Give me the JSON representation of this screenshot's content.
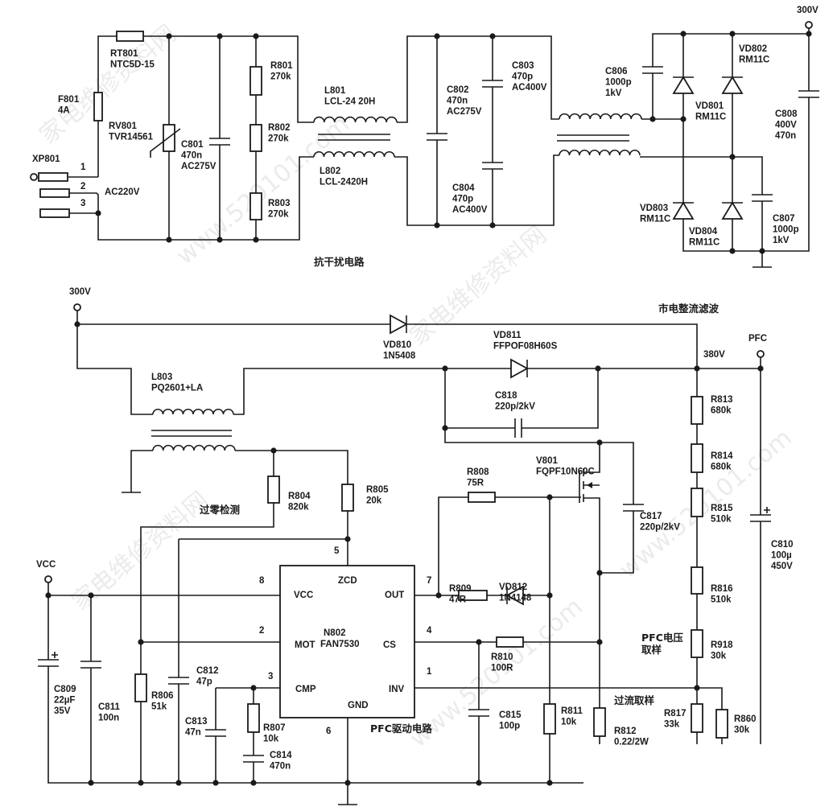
{
  "components": {
    "RT801": [
      "RT801",
      "NTC5D-15"
    ],
    "F801": [
      "F801",
      "4A"
    ],
    "RV801": [
      "RV801",
      "TVR14561"
    ],
    "XP801": [
      "XP801"
    ],
    "C801": [
      "C801",
      "470n",
      "AC275V"
    ],
    "R801": [
      "R801",
      "270k"
    ],
    "R802": [
      "R802",
      "270k"
    ],
    "R803": [
      "R803",
      "270k"
    ],
    "L801": [
      "L801",
      "LCL-24 20H"
    ],
    "L802": [
      "L802",
      "LCL-2420H"
    ],
    "C802": [
      "C802",
      "470n",
      "AC275V"
    ],
    "C803": [
      "C803",
      "470p",
      "AC400V"
    ],
    "C804": [
      "C804",
      "470p",
      "AC400V"
    ],
    "C806": [
      "C806",
      "1000p",
      "1kV"
    ],
    "VD801": [
      "VD801",
      "RM11C"
    ],
    "VD802": [
      "VD802",
      "RM11C"
    ],
    "VD803": [
      "VD803",
      "RM11C"
    ],
    "VD804": [
      "VD804",
      "RM11C"
    ],
    "C807": [
      "C807",
      "1000p",
      "1kV"
    ],
    "C808": [
      "C808",
      "400V",
      "470n"
    ],
    "VD810": [
      "VD810",
      "1N5408"
    ],
    "VD811": [
      "VD811",
      "FFPOF08H60S"
    ],
    "C818": [
      "C818",
      "220p/2kV"
    ],
    "L803": [
      "L803",
      "PQ2601+LA"
    ],
    "R813": [
      "R813",
      "680k"
    ],
    "R814": [
      "R814",
      "680k"
    ],
    "R815": [
      "R815",
      "510k"
    ],
    "R816": [
      "R816",
      "510k"
    ],
    "R918": [
      "R918",
      "30k"
    ],
    "R817": [
      "R817",
      "33k"
    ],
    "R860": [
      "R860",
      "30k"
    ],
    "C810": [
      "C810",
      "100µ",
      "450V"
    ],
    "V801": [
      "V801",
      "FQPF10N60C"
    ],
    "R808": [
      "R808",
      "75R"
    ],
    "C817": [
      "C817",
      "220p/2kV"
    ],
    "R804": [
      "R804",
      "820k"
    ],
    "R805": [
      "R805",
      "20k"
    ],
    "R809": [
      "R809",
      "47R"
    ],
    "VD812": [
      "VD812",
      "1N4148"
    ],
    "R810": [
      "R810",
      "100R"
    ],
    "C809": [
      "C809",
      "22µF",
      "35V"
    ],
    "C811": [
      "C811",
      "100n"
    ],
    "R806": [
      "R806",
      "51k"
    ],
    "C812": [
      "C812",
      "47p"
    ],
    "C813": [
      "C813",
      "47n"
    ],
    "R807": [
      "R807",
      "10k"
    ],
    "C814": [
      "C814",
      "470n"
    ],
    "C815": [
      "C815",
      "100p"
    ],
    "R811": [
      "R811",
      "10k"
    ],
    "R812": [
      "R812",
      "0.22/2W"
    ]
  },
  "ic": {
    "name": "N802",
    "part": "FAN7530",
    "pins": {
      "zcd": "ZCD",
      "vcc": "VCC",
      "out": "OUT",
      "mot": "MOT",
      "cs": "CS",
      "cmp": "CMP",
      "inv": "INV",
      "gnd": "GND"
    },
    "pin_numbers": {
      "p5": "5",
      "p8": "8",
      "p2": "2",
      "p3": "3",
      "p6": "6",
      "p7": "7",
      "p4": "4",
      "p1": "1"
    }
  },
  "connector_pins": [
    "1",
    "2",
    "3"
  ],
  "nets": {
    "ac_input": "AC220V",
    "v300_top": "300V",
    "v300_bottom": "300V",
    "v380": "380V",
    "pfc": "PFC",
    "vcc": "VCC"
  },
  "section_titles": {
    "emi_filter": "抗干扰电路",
    "rectifier_filter": "市电整流滤波",
    "zero_cross": "过零检测",
    "pfc_voltage_sample_1": "PFC电压",
    "pfc_voltage_sample_2": "取样",
    "overcurrent_sample": "过流取样",
    "pfc_driver": "PFC驱动电路"
  },
  "watermark": [
    "家电维修资料网",
    "www.520101.com"
  ]
}
